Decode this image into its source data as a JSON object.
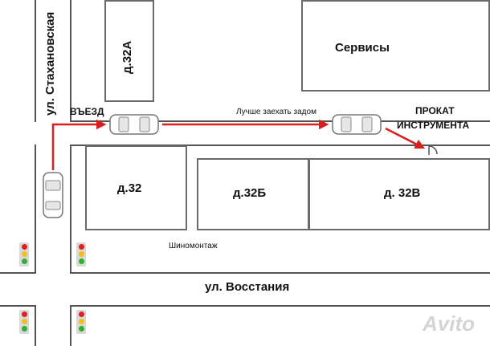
{
  "streets": {
    "vertical": "ул. Стахановская",
    "horizontal": "ул. Восстания"
  },
  "buildings": {
    "b32a": "д.32А",
    "services": "Сервисы",
    "b32": "д.32",
    "b32b": "д.32Б",
    "b32v": "д. 32В"
  },
  "labels": {
    "entry": "ВЪЕЗД",
    "hint": "Лучше заехать задом",
    "rental_line1": "ПРОКАТ",
    "rental_line2": "ИНСТРУМЕНТА",
    "tire": "Шиномонтаж"
  },
  "watermark": "Avito",
  "colors": {
    "route": "#d81e1e",
    "light_red": "#e02020",
    "light_yellow": "#f0c020",
    "light_green": "#30b030"
  },
  "icons": [
    "car-icon",
    "traffic-light-icon",
    "route-arrow"
  ]
}
